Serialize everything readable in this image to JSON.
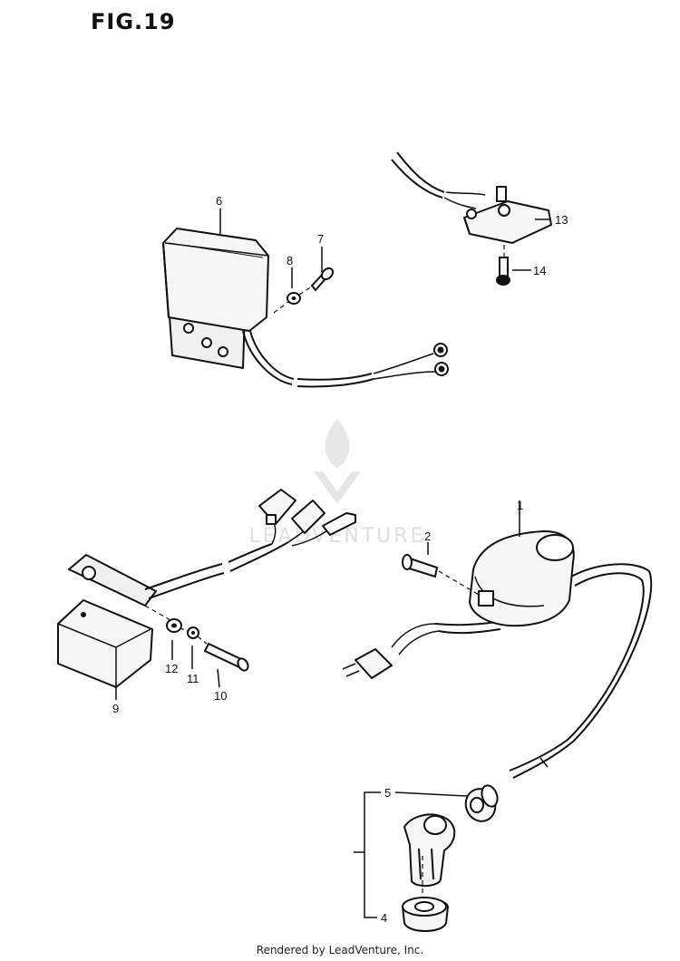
{
  "figure": {
    "title": "FIG.19",
    "footer": "Rendered by LeadVenture, Inc.",
    "watermark": "LEADVENTURE"
  },
  "callouts": {
    "c1": "1",
    "c2": "2",
    "c4": "4",
    "c5": "5",
    "c6": "6",
    "c7": "7",
    "c8": "8",
    "c9": "9",
    "c10": "10",
    "c11": "11",
    "c12": "12",
    "c13": "13",
    "c14": "14"
  },
  "colors": {
    "ink": "#111111",
    "part_fill": "#f6f6f6",
    "watermark": "#dcdcdc"
  }
}
